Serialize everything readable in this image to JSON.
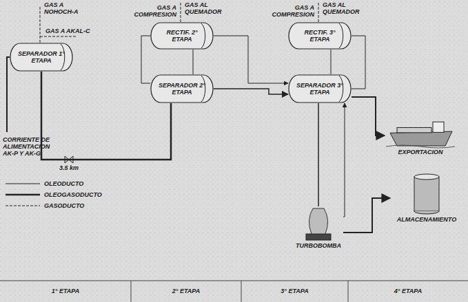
{
  "diagram": {
    "nodes": [
      {
        "text": [
          "SEPARADOR 1° ETAPA"
        ]
      },
      {
        "text": [
          "RECTIF. 2° ETAPA"
        ]
      },
      {
        "text": [
          "SEPARADOR 2° ETAPA"
        ]
      },
      {
        "text": [
          "RECTIF. 3° ETAPA"
        ]
      },
      {
        "text": [
          "SEPARADOR 3° ETAPA"
        ]
      },
      {
        "text": [
          "EXPORTACION"
        ]
      },
      {
        "text": [
          "TURBOBOMBA"
        ]
      },
      {
        "text": [
          "ALMACENAMIENTO"
        ]
      }
    ],
    "edges": [
      {
        "from": 0,
        "to": 2,
        "arrow": "none",
        "label": "3.5 km"
      },
      {
        "from": 2,
        "to": 1,
        "arrow": "none"
      },
      {
        "from": 1,
        "to": 2,
        "arrow": "none"
      },
      {
        "from": 2,
        "to": 4,
        "arrow": "to"
      },
      {
        "from": 1,
        "to": 4,
        "arrow": "to"
      },
      {
        "from": 4,
        "to": 3,
        "arrow": "none"
      },
      {
        "from": 3,
        "to": 4,
        "arrow": "none"
      },
      {
        "from": 4,
        "to": 6,
        "arrow": "none"
      },
      {
        "from": 6,
        "to": 4,
        "arrow": "to"
      },
      {
        "from": 4,
        "to": 5,
        "arrow": "to"
      },
      {
        "from": 6,
        "to": 7,
        "arrow": "to"
      }
    ],
    "labels": [
      "GAS A NOHOCH-A",
      "GAS A AKAL-C",
      "GAS AL QUEMADOR",
      "GAS A COMPRESION",
      "GAS AL QUEMADOR",
      "GAS A COMPRESION",
      "CORRIENTE DE ALIMENTACION AK-P Y AK-G",
      "1° ETAPA",
      "2° ETAPA",
      "3° ETAPA",
      "4° ETAPA"
    ],
    "legend": [
      {
        "text": "OLEODUCTO"
      },
      {
        "text": "OLEOGASODUCTO"
      },
      {
        "text": "GASODUCTO"
      }
    ]
  }
}
